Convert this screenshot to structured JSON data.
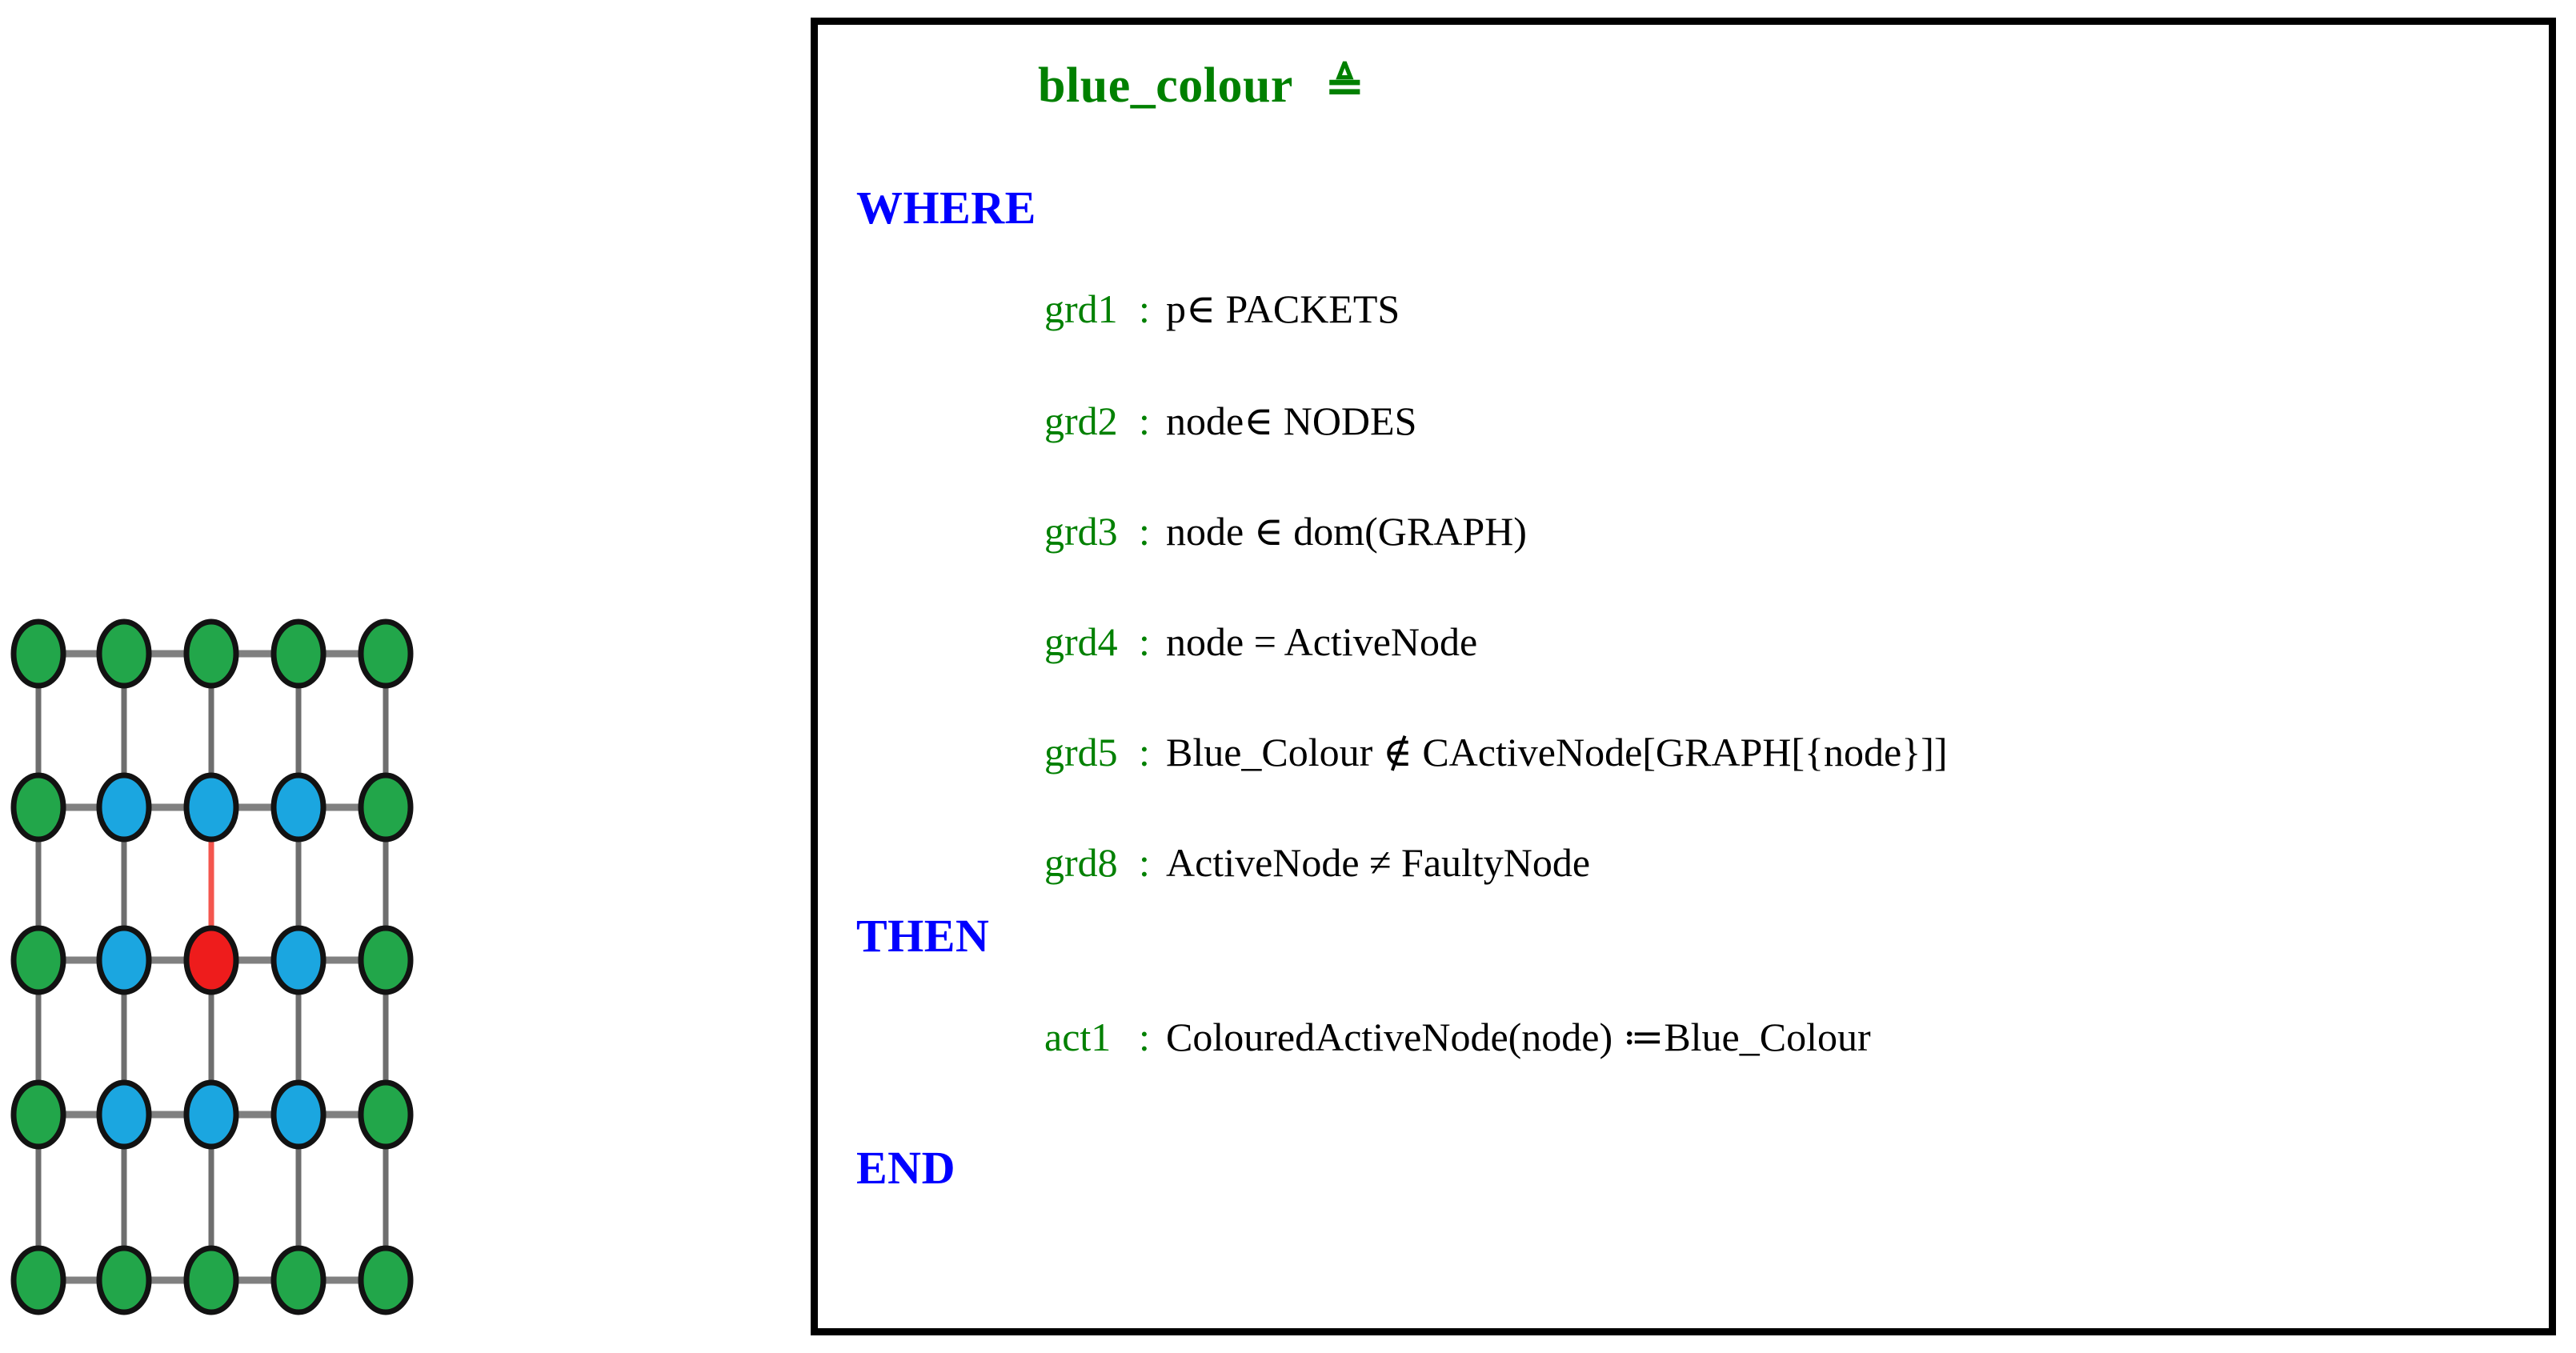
{
  "machine": {
    "title": "blue_colour",
    "definition_symbol": "≜",
    "keywords": {
      "where": "WHERE",
      "then": "THEN",
      "end": "END"
    },
    "colon": ":",
    "guards": [
      {
        "label": "grd1",
        "expr": "p∈ PACKETS"
      },
      {
        "label": "grd2",
        "expr": "node∈ NODES"
      },
      {
        "label": "grd3",
        "expr": "node ∈ dom(GRAPH)"
      },
      {
        "label": "grd4",
        "expr": "node = ActiveNode"
      },
      {
        "label": "grd5",
        "expr": "Blue_Colour ∉ CActiveNode[GRAPH[{node}]]"
      },
      {
        "label": "grd8",
        "expr": "ActiveNode ≠ FaultyNode"
      }
    ],
    "actions": [
      {
        "label": "act1",
        "expr": "ColouredActiveNode(node) ≔Blue_Colour"
      }
    ],
    "colors": {
      "title": "#008000",
      "keyword": "#0000FF",
      "label": "#008000",
      "expression": "#000000",
      "border": "#000000"
    }
  },
  "graph": {
    "rows": 5,
    "cols": 5,
    "node_colors": {
      "green": "#22A64A",
      "blue": "#1BA6E0",
      "red": "#EE1C1C",
      "outline": "#121212"
    },
    "edge_colors": {
      "normal": "#808080",
      "highlighted": "#F4564E"
    },
    "node_grid": [
      [
        "green",
        "green",
        "green",
        "green",
        "green"
      ],
      [
        "green",
        "blue",
        "blue",
        "blue",
        "green"
      ],
      [
        "green",
        "blue",
        "red",
        "blue",
        "green"
      ],
      [
        "green",
        "blue",
        "blue",
        "blue",
        "green"
      ],
      [
        "green",
        "green",
        "green",
        "green",
        "green"
      ]
    ],
    "highlighted_edge": {
      "from_row": 1,
      "from_col": 2,
      "to_row": 2,
      "to_col": 2
    }
  }
}
